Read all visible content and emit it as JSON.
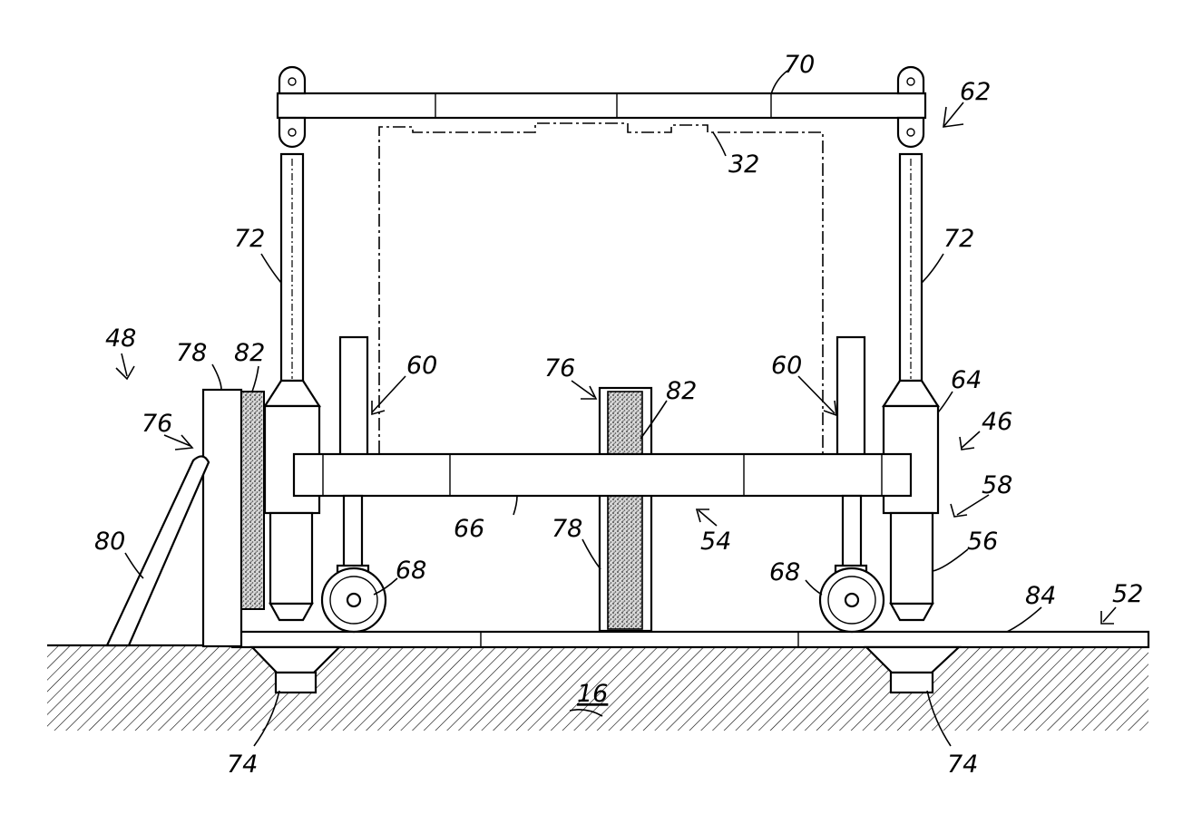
{
  "labels": {
    "l70": "70",
    "l62": "62",
    "l32": "32",
    "l72_left": "72",
    "l72_right": "72",
    "l48": "48",
    "l78_left": "78",
    "l82_left": "82",
    "l76_left": "76",
    "l60_left": "60",
    "l76_center": "76",
    "l82_center": "82",
    "l60_right": "60",
    "l64": "64",
    "l46": "46",
    "l58": "58",
    "l80": "80",
    "l66": "66",
    "l78_center": "78",
    "l54": "54",
    "l68_left": "68",
    "l68_right": "68",
    "l56": "56",
    "l84": "84",
    "l52": "52",
    "l16": "16",
    "l74_left": "74",
    "l74_right": "74"
  }
}
